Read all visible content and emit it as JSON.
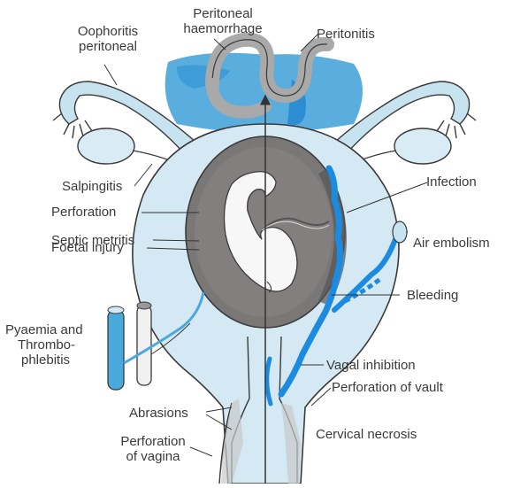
{
  "labels": {
    "oophoritis_l1": "Oophoritis",
    "oophoritis_l2": "peritoneal",
    "peritoneal_haem_l1": "Peritoneal",
    "peritoneal_haem_l2": "haemorrhage",
    "peritonitis": "Peritonitis",
    "salpingitis": "Salpingitis",
    "infection": "Infection",
    "perforation": "Perforation",
    "septic_metritis": "Septic metritis",
    "foetal_injury": "Foetal injury",
    "air_embolism": "Air embolism",
    "bleeding": "Bleeding",
    "pyaemia_l1": "Pyaemia and",
    "pyaemia_l2": "Thrombo-",
    "pyaemia_l3": "phlebitis",
    "vagal_inhibition": "Vagal inhibition",
    "perforation_vault": "Perforation of vault",
    "abrasions": "Abrasions",
    "perforation_vagina_l1": "Perforation",
    "perforation_vagina_l2": "of vagina",
    "cervical_necrosis": "Cervical necrosis"
  },
  "colors": {
    "uterus_wall": "#d4e9f3",
    "outline": "#3a3a3a",
    "gestation_sac": "#7a7777",
    "fetus": "#f7f7f7",
    "infection_blue": "#1a8be0",
    "tube_fill": "#c8e3f0",
    "intestine": "#b8b8b8",
    "pelvic_blue": "#4aa9dc"
  }
}
